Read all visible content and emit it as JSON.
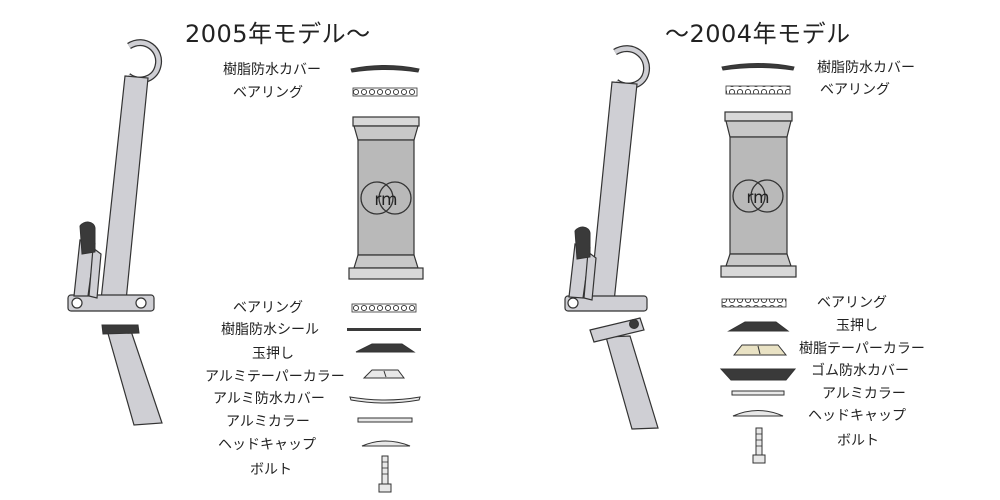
{
  "titles": {
    "left": "2005年モデル〜",
    "right": "〜2004年モデル"
  },
  "hub_logo": "rm",
  "left_labels": {
    "top": [
      "樹脂防水カバー",
      "ベアリング"
    ],
    "bottom": [
      "ベアリング",
      "樹脂防水シール",
      "玉押し",
      "アルミテーパーカラー",
      "アルミ防水カバー",
      "アルミカラー",
      "ヘッドキャップ",
      "ボルト"
    ]
  },
  "right_labels": {
    "top": [
      "樹脂防水カバー",
      "ベアリング"
    ],
    "bottom": [
      "ベアリング",
      "玉押し",
      "樹脂テーパーカラー",
      "ゴム防水カバー",
      "アルミカラー",
      "ヘッドキャップ",
      "ボルト"
    ]
  },
  "colors": {
    "frame": "#cfcfd4",
    "hub": "#b9b9b9",
    "dark": "#3a3a3a",
    "outline": "#333333"
  }
}
